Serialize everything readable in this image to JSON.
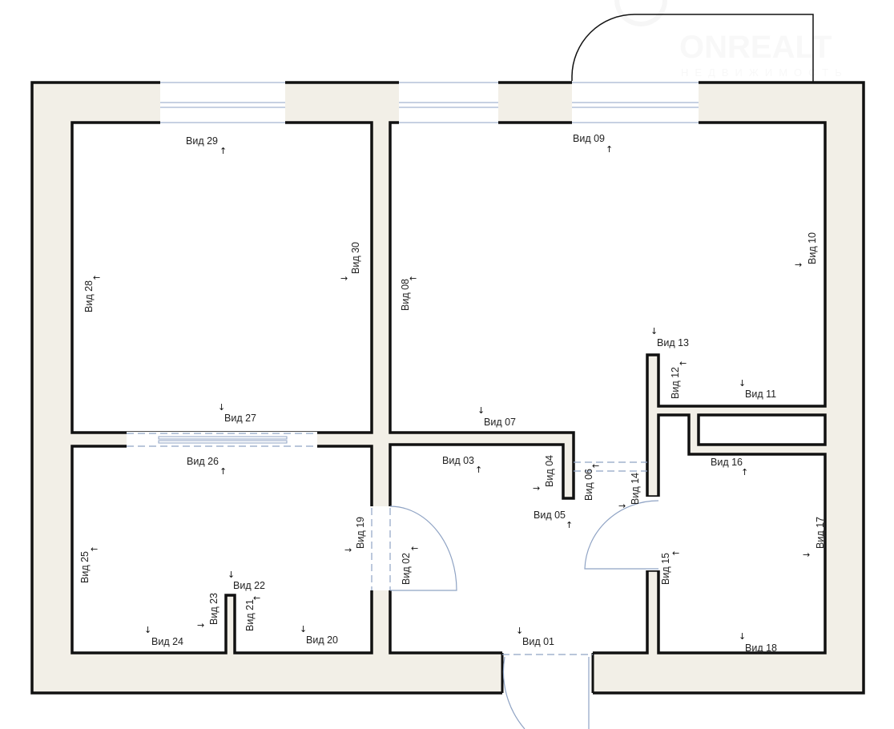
{
  "watermark": {
    "brand": "ONREALT",
    "tagline": "НЕДВИЖИМОСТЬ"
  },
  "colors": {
    "wall_fill": "#f2efe7",
    "wall_stroke": "#111111",
    "glass": "#8fa3c4"
  },
  "views": {
    "v01": "Вид 01",
    "v02": "Вид 02",
    "v03": "Вид 03",
    "v04": "Вид 04",
    "v05": "Вид 05",
    "v06": "Вид 06",
    "v07": "Вид 07",
    "v08": "Вид 08",
    "v09": "Вид 09",
    "v10": "Вид 10",
    "v11": "Вид 11",
    "v12": "Вид 12",
    "v13": "Вид 13",
    "v14": "Вид 14",
    "v15": "Вид 15",
    "v16": "Вид 16",
    "v17": "Вид 17",
    "v18": "Вид 18",
    "v19": "Вид 19",
    "v20": "Вид 20",
    "v21": "Вид 21",
    "v22": "Вид 22",
    "v23": "Вид 23",
    "v24": "Вид 24",
    "v25": "Вид 25",
    "v26": "Вид 26",
    "v27": "Вид 27",
    "v28": "Вид 28",
    "v29": "Вид 29",
    "v30": "Вид 30"
  }
}
